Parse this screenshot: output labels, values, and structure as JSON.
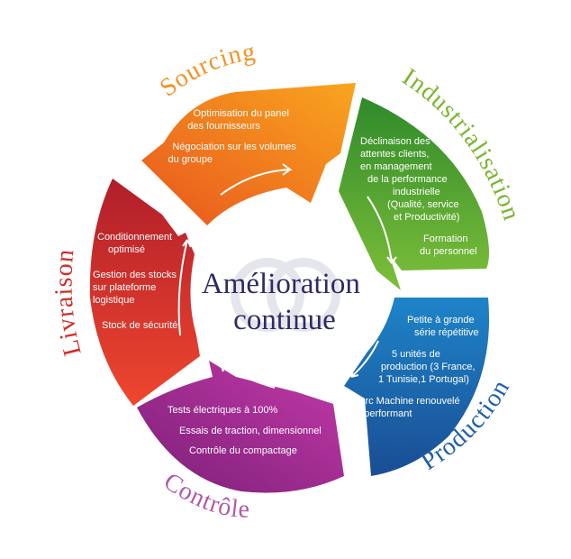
{
  "center": {
    "line1": "Amélioration",
    "line2": "continue"
  },
  "segments": {
    "sourcing": {
      "title": "Sourcing",
      "color": "#f07c1e",
      "lines": [
        "Optimisation du panel",
        "des fournisseurs",
        "Négociation sur les volumes",
        "du groupe"
      ]
    },
    "industrialisation": {
      "title": "Industrialisation",
      "color": "#5aab2e",
      "lines": [
        "Déclinaison des",
        "attentes clients,",
        "en management",
        "de la performance",
        "industrielle",
        "(Qualité, service",
        "et Productivité)",
        "Formation",
        "du personnel"
      ]
    },
    "production": {
      "title": "Production",
      "color": "#1f63ad",
      "lines": [
        "Petite à grande",
        "série répétitive",
        "5 unités de",
        "production (3 France,",
        "1 Tunisie,1 Portugal)",
        "Parc Machine renouvelé",
        "et performant"
      ]
    },
    "controle": {
      "title": "Contrôle",
      "color": "#a2268f",
      "lines": [
        "Tests électriques à 100%",
        "Essais de traction, dimensionnel",
        "Contrôle du compactage"
      ]
    },
    "livraison": {
      "title": "Livraison",
      "color": "#d12d27",
      "lines": [
        "Conditionnement",
        "optimisé",
        "Gestion des stocks",
        "sur plateforme",
        "logistique",
        "Stock de sécurité"
      ]
    }
  }
}
